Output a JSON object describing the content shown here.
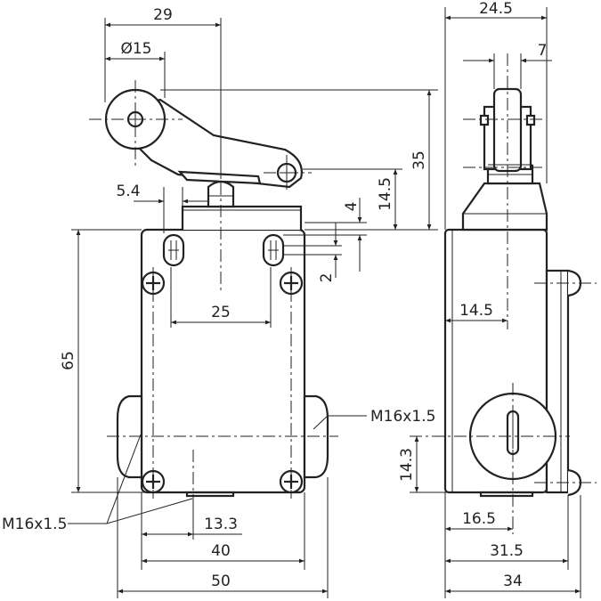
{
  "drawing": {
    "dimensions": {
      "d29": "29",
      "d15": "Ø15",
      "d24_5": "24.5",
      "d7": "7",
      "d35": "35",
      "d14_5_v": "14.5",
      "d4": "4",
      "d5_4": "5.4",
      "d2": "2",
      "d25": "25",
      "d65": "65",
      "d14_5_h": "14.5",
      "d14_3": "14.3",
      "d16_5": "16.5",
      "d13_3": "13.3",
      "d40": "40",
      "d31_5": "31.5",
      "d50": "50",
      "d34": "34"
    },
    "thread_labels": {
      "right": "M16x1.5",
      "left": "M16x1.5"
    }
  }
}
